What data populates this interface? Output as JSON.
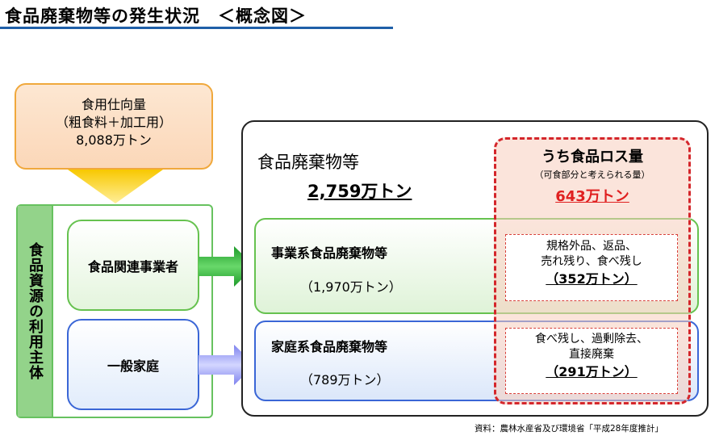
{
  "title": "食品廃棄物等の発生状況　＜概念図＞",
  "supply": {
    "line1": "食用仕向量",
    "line2": "（粗食料＋加工用）",
    "line3": "8,088万トン"
  },
  "actors": {
    "label": "食品資源の利用主体",
    "business": "食品関連事業者",
    "household": "一般家庭"
  },
  "waste": {
    "label": "食品廃棄物等",
    "total": "2,759万トン",
    "business": {
      "title": "事業系食品廃棄物等",
      "amount": "（1,970万トン）"
    },
    "household": {
      "title": "家庭系食品廃棄物等",
      "amount": "（789万トン）"
    }
  },
  "loss": {
    "title": "うち食品ロス量",
    "subtitle": "（可食部分と考えられる量）",
    "total": "643万トン",
    "business": {
      "line1": "規格外品、返品、",
      "line2": "売れ残り、食べ残し",
      "amount": "（352万トン）"
    },
    "household": {
      "line1": "食べ残し、過剰除去、",
      "line2": "直接廃棄",
      "amount": "（291万トン）"
    }
  },
  "source": "資料：農林水産省及び環境省「平成28年度推計」",
  "colors": {
    "title_rule": "#1f5fa8",
    "supply_fill": "#fbd7b8",
    "supply_border": "#f0a83c",
    "arrow_yellow": "#f8c800",
    "green": "#66c24f",
    "blue": "#3a66d6",
    "loss_red": "#d4262b",
    "loss_fill": "#f8cdbe"
  }
}
